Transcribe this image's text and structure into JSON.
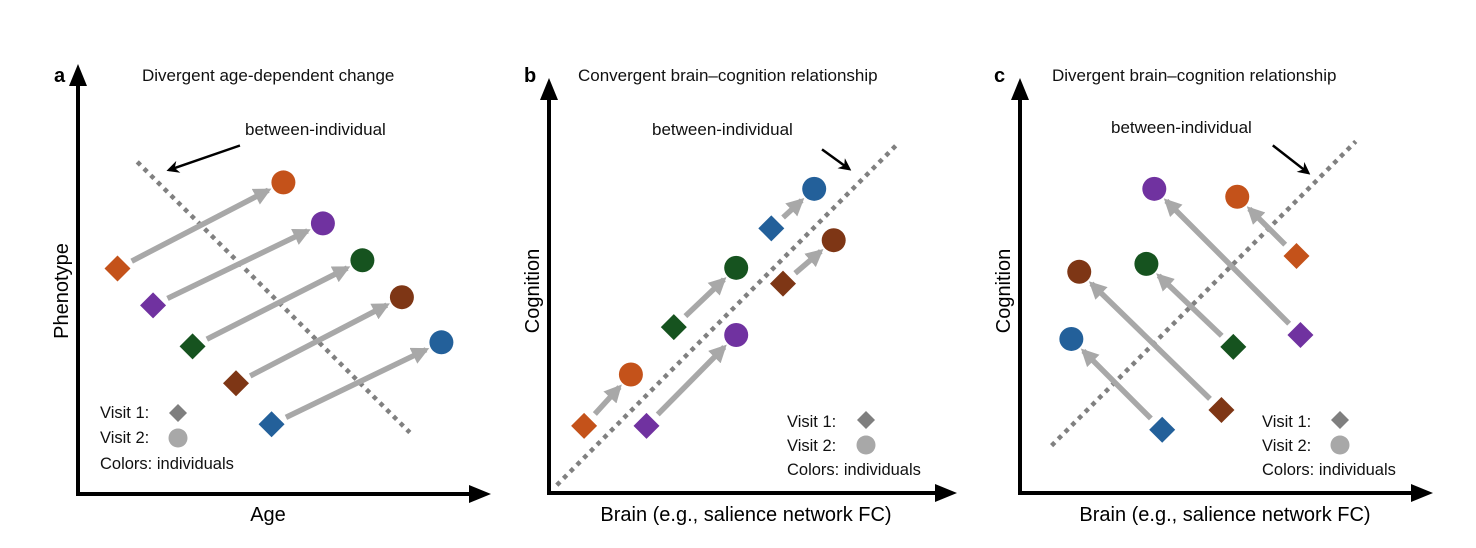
{
  "colors": {
    "orange": "#c4521a",
    "purple": "#7032a0",
    "green": "#16531f",
    "brown": "#7e3615",
    "blue": "#23609a",
    "arrow": "#a8a8a8",
    "dotted": "#808080",
    "legend_diamond": "#7f7f7f",
    "legend_circle": "#a8a8a8",
    "axis": "#000000"
  },
  "legend": {
    "visit1": "Visit 1:",
    "visit2": "Visit 2:",
    "colors": "Colors: individuals"
  },
  "chart_data": [
    {
      "type": "scatter",
      "panel_label": "a",
      "title": "Divergent age-dependent change",
      "xlabel": "Age",
      "ylabel": "Phenotype",
      "xlim": [
        0,
        1
      ],
      "ylim": [
        0,
        1
      ],
      "annotation": {
        "text": "between-individual",
        "points_to": "dotted line",
        "arrow_start": [
          0.41,
          0.85
        ],
        "arrow_end": [
          0.23,
          0.79
        ]
      },
      "between_individual_line": {
        "from": [
          0.15,
          0.81
        ],
        "to": [
          0.84,
          0.15
        ]
      },
      "individuals": [
        {
          "color": "orange",
          "visit1": [
            0.1,
            0.55
          ],
          "visit2": [
            0.52,
            0.76
          ]
        },
        {
          "color": "purple",
          "visit1": [
            0.19,
            0.46
          ],
          "visit2": [
            0.62,
            0.66
          ]
        },
        {
          "color": "green",
          "visit1": [
            0.29,
            0.36
          ],
          "visit2": [
            0.72,
            0.57
          ]
        },
        {
          "color": "brown",
          "visit1": [
            0.4,
            0.27
          ],
          "visit2": [
            0.82,
            0.48
          ]
        },
        {
          "color": "blue",
          "visit1": [
            0.49,
            0.17
          ],
          "visit2": [
            0.92,
            0.37
          ]
        }
      ]
    },
    {
      "type": "scatter",
      "panel_label": "b",
      "title": "Convergent brain–cognition relationship",
      "xlabel": "Brain (e.g., salience network FC)",
      "ylabel": "Cognition",
      "xlim": [
        0,
        1
      ],
      "ylim": [
        0,
        1
      ],
      "annotation": {
        "text": "between-individual",
        "points_to": "dotted line",
        "arrow_start": [
          0.7,
          0.87
        ],
        "arrow_end": [
          0.77,
          0.82
        ]
      },
      "between_individual_line": {
        "from": [
          0.02,
          0.02
        ],
        "to": [
          0.89,
          0.88
        ]
      },
      "individuals": [
        {
          "color": "orange",
          "visit1": [
            0.09,
            0.17
          ],
          "visit2": [
            0.21,
            0.3
          ]
        },
        {
          "color": "purple",
          "visit1": [
            0.25,
            0.17
          ],
          "visit2": [
            0.48,
            0.4
          ]
        },
        {
          "color": "green",
          "visit1": [
            0.32,
            0.42
          ],
          "visit2": [
            0.48,
            0.57
          ]
        },
        {
          "color": "brown",
          "visit1": [
            0.6,
            0.53
          ],
          "visit2": [
            0.73,
            0.64
          ]
        },
        {
          "color": "blue",
          "visit1": [
            0.57,
            0.67
          ],
          "visit2": [
            0.68,
            0.77
          ]
        }
      ]
    },
    {
      "type": "scatter",
      "panel_label": "c",
      "title": "Divergent brain–cognition relationship",
      "xlabel": "Brain (e.g., salience network FC)",
      "ylabel": "Cognition",
      "xlim": [
        0,
        1
      ],
      "ylim": [
        0,
        1
      ],
      "annotation": {
        "text": "between-individual",
        "points_to": "dotted line",
        "arrow_start": [
          0.64,
          0.88
        ],
        "arrow_end": [
          0.73,
          0.81
        ]
      },
      "between_individual_line": {
        "from": [
          0.08,
          0.12
        ],
        "to": [
          0.85,
          0.89
        ]
      },
      "individuals": [
        {
          "color": "blue",
          "visit1": [
            0.36,
            0.16
          ],
          "visit2": [
            0.13,
            0.39
          ]
        },
        {
          "color": "brown",
          "visit1": [
            0.51,
            0.21
          ],
          "visit2": [
            0.15,
            0.56
          ]
        },
        {
          "color": "green",
          "visit1": [
            0.54,
            0.37
          ],
          "visit2": [
            0.32,
            0.58
          ]
        },
        {
          "color": "purple",
          "visit1": [
            0.71,
            0.4
          ],
          "visit2": [
            0.34,
            0.77
          ]
        },
        {
          "color": "orange",
          "visit1": [
            0.7,
            0.6
          ],
          "visit2": [
            0.55,
            0.75
          ]
        }
      ]
    }
  ]
}
